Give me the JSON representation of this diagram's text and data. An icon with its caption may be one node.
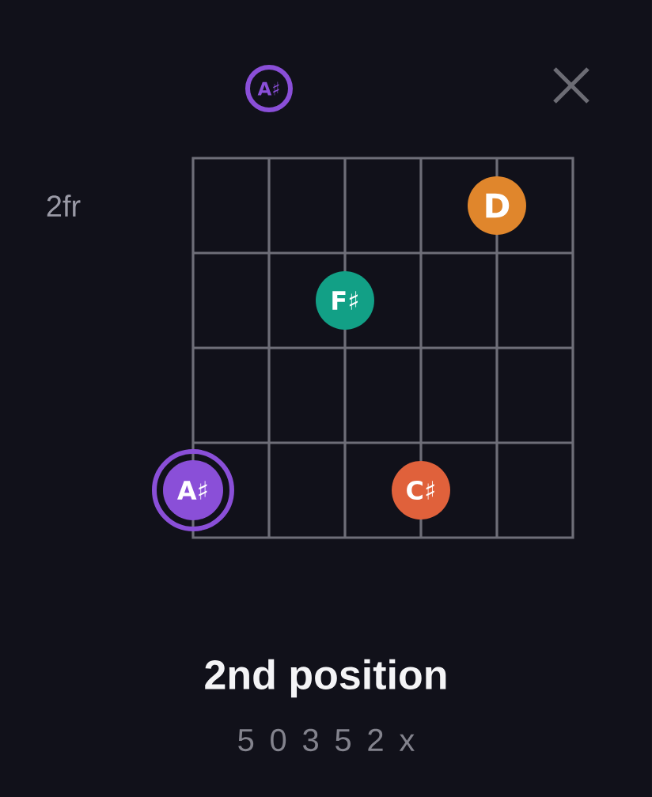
{
  "diagram": {
    "title": "2nd position",
    "nodes": [
      {
        "text": [
          "A♯"
        ]
      },
      {
        "text": [
          "D"
        ]
      },
      {
        "text": [
          "F♯"
        ]
      },
      {
        "text": [
          "A♯"
        ]
      },
      {
        "text": [
          "C♯"
        ]
      }
    ],
    "labels": [
      "2fr",
      "5 0 3 5 2 x"
    ]
  }
}
